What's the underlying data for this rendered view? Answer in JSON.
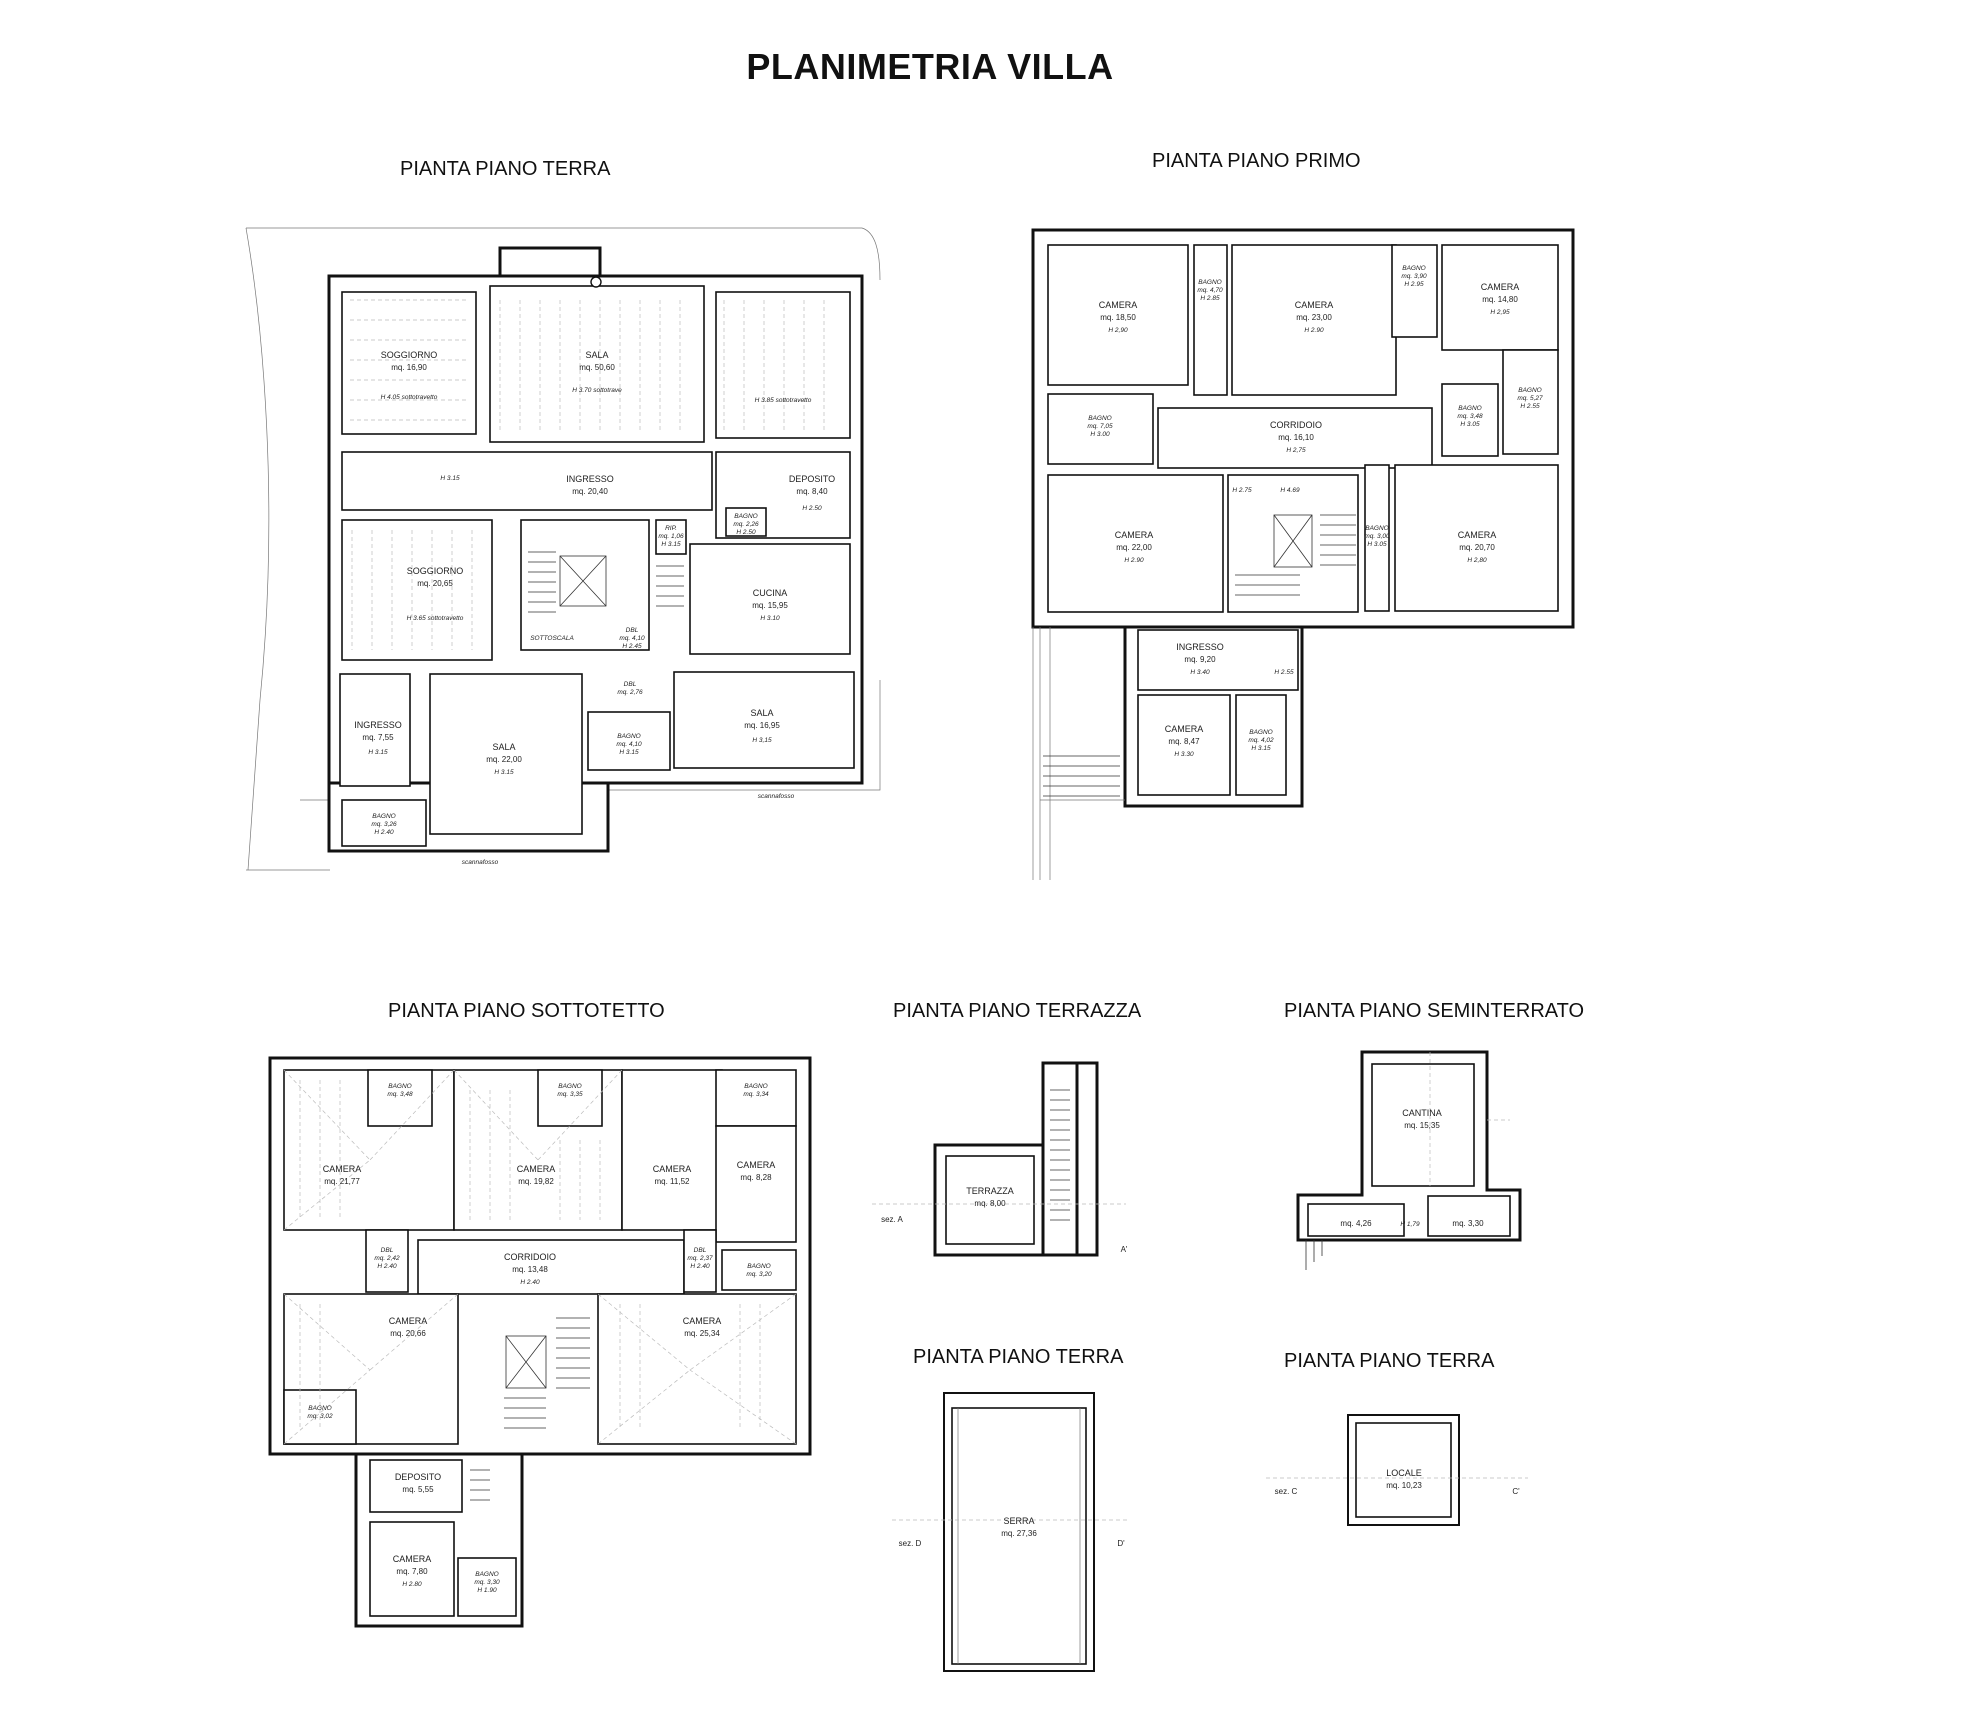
{
  "title": "PLANIMETRIA VILLA",
  "plans": [
    {
      "title": "PIANTA PIANO TERRA",
      "rooms": [
        {
          "name": "SOGGIORNO",
          "area": "mq. 16,90",
          "height": "H 4.05 sottotravetto"
        },
        {
          "name": "SALA",
          "area": "mq. 50,60",
          "height": "H 3.70 sottotrave"
        },
        {
          "name": "",
          "area": "",
          "height": "H 3.85 sottotravetto"
        },
        {
          "name": "INGRESSO",
          "area": "mq. 20,40",
          "height": "H 3.15"
        },
        {
          "name": "DEPOSITO",
          "area": "mq. 8,40",
          "height": "H 2.50"
        },
        {
          "name": "BAGNO",
          "area": "mq. 2,26",
          "height": "H 2.50"
        },
        {
          "name": "SOGGIORNO",
          "area": "mq. 20,65",
          "height": "H 3.65 sottotravetto"
        },
        {
          "name": "RIP.",
          "area": "mq. 1,06",
          "height": "H 3.15"
        },
        {
          "name": "CUCINA",
          "area": "mq. 15,95",
          "height": "H 3.10"
        },
        {
          "name": "SOTTOSCALA",
          "area": "",
          "height": ""
        },
        {
          "name": "DBL",
          "area": "mq. 4,10",
          "height": "H 2.45"
        },
        {
          "name": "DBL",
          "area": "mq. 2,76",
          "height": ""
        },
        {
          "name": "INGRESSO",
          "area": "mq. 7,55",
          "height": "H 3.15"
        },
        {
          "name": "SALA",
          "area": "mq. 22,00",
          "height": "H 3.15"
        },
        {
          "name": "BAGNO",
          "area": "mq. 4,10",
          "height": "H 3.15"
        },
        {
          "name": "SALA",
          "area": "mq. 16,95",
          "height": "H 3,15"
        },
        {
          "name": "BAGNO",
          "area": "mq. 3,26",
          "height": "H 2.40"
        }
      ],
      "notes": [
        "scannafosso",
        "scannafosso"
      ]
    },
    {
      "title": "PIANTA PIANO PRIMO",
      "rooms": [
        {
          "name": "CAMERA",
          "area": "mq. 18,50",
          "height": "H 2,90"
        },
        {
          "name": "BAGNO",
          "area": "mq. 4,70",
          "height": "H 2.85"
        },
        {
          "name": "CAMERA",
          "area": "mq. 23,00",
          "height": "H 2.90"
        },
        {
          "name": "BAGNO",
          "area": "mq. 3,90",
          "height": "H 2.95"
        },
        {
          "name": "CAMERA",
          "area": "mq. 14,80",
          "height": "H 2,95"
        },
        {
          "name": "BAGNO",
          "area": "mq. 7,05",
          "height": "H 3.00"
        },
        {
          "name": "CORRIDOIO",
          "area": "mq. 16,10",
          "height": "H 2,75"
        },
        {
          "name": "BAGNO",
          "area": "mq. 3,48",
          "height": "H 3.05"
        },
        {
          "name": "BAGNO",
          "area": "mq. 5,27",
          "height": "H 2.55"
        },
        {
          "name": "CAMERA",
          "area": "mq. 22,00",
          "height": "H 2.90"
        },
        {
          "name": "BAGNO",
          "area": "mq. 3,00",
          "height": "H 3.05"
        },
        {
          "name": "CAMERA",
          "area": "mq. 20,70",
          "height": "H 2,80"
        },
        {
          "name": "INGRESSO",
          "area": "mq. 9,20",
          "height": "H 3.40"
        },
        {
          "name": "CAMERA",
          "area": "mq. 8,47",
          "height": "H 3.30"
        },
        {
          "name": "BAGNO",
          "area": "mq. 4,02",
          "height": "H 3.15"
        }
      ],
      "notes": [
        "H 2.75",
        "H 4.69",
        "H 2.55"
      ]
    },
    {
      "title": "PIANTA PIANO SOTTOTETTO",
      "rooms": [
        {
          "name": "BAGNO",
          "area": "mq. 3,48",
          "height": ""
        },
        {
          "name": "BAGNO",
          "area": "mq. 3,35",
          "height": ""
        },
        {
          "name": "BAGNO",
          "area": "mq. 3,34",
          "height": ""
        },
        {
          "name": "CAMERA",
          "area": "mq. 21,77",
          "height": ""
        },
        {
          "name": "CAMERA",
          "area": "mq. 19,82",
          "height": ""
        },
        {
          "name": "CAMERA",
          "area": "mq. 11,52",
          "height": ""
        },
        {
          "name": "CAMERA",
          "area": "mq. 8,28",
          "height": ""
        },
        {
          "name": "DBL",
          "area": "mq. 2,42",
          "height": "H 2.40"
        },
        {
          "name": "CORRIDOIO",
          "area": "mq. 13,48",
          "height": "H 2.40"
        },
        {
          "name": "DBL",
          "area": "mq. 2,37",
          "height": "H 2.40"
        },
        {
          "name": "BAGNO",
          "area": "mq. 3,20",
          "height": ""
        },
        {
          "name": "CAMERA",
          "area": "mq. 20,66",
          "height": ""
        },
        {
          "name": "CAMERA",
          "area": "mq. 25,34",
          "height": ""
        },
        {
          "name": "BAGNO",
          "area": "mq. 3,02",
          "height": ""
        },
        {
          "name": "DEPOSITO",
          "area": "mq. 5,55",
          "height": ""
        },
        {
          "name": "CAMERA",
          "area": "mq. 7,80",
          "height": "H 2.80"
        },
        {
          "name": "BAGNO",
          "area": "mq. 3,30",
          "height": "H 1.90"
        }
      ]
    },
    {
      "title": "PIANTA PIANO TERRAZZA",
      "rooms": [
        {
          "name": "TERRAZZA",
          "area": "mq. 8,00",
          "height": ""
        }
      ],
      "section_labels": [
        "sez. A",
        "A'"
      ]
    },
    {
      "title": "PIANTA PIANO SEMINTERRATO",
      "rooms": [
        {
          "name": "CANTINA",
          "area": "mq. 15,35",
          "height": ""
        },
        {
          "name": "",
          "area": "mq. 4,26",
          "height": "H 1,79"
        },
        {
          "name": "",
          "area": "mq. 3,30",
          "height": ""
        }
      ]
    },
    {
      "title": "PIANTA PIANO TERRA",
      "rooms": [
        {
          "name": "SERRA",
          "area": "mq. 27,36",
          "height": ""
        }
      ],
      "section_labels": [
        "sez. D",
        "D'"
      ]
    },
    {
      "title": "PIANTA PIANO TERRA",
      "rooms": [
        {
          "name": "LOCALE",
          "area": "mq. 10,23",
          "height": ""
        }
      ],
      "section_labels": [
        "sez. C",
        "C'"
      ]
    }
  ]
}
